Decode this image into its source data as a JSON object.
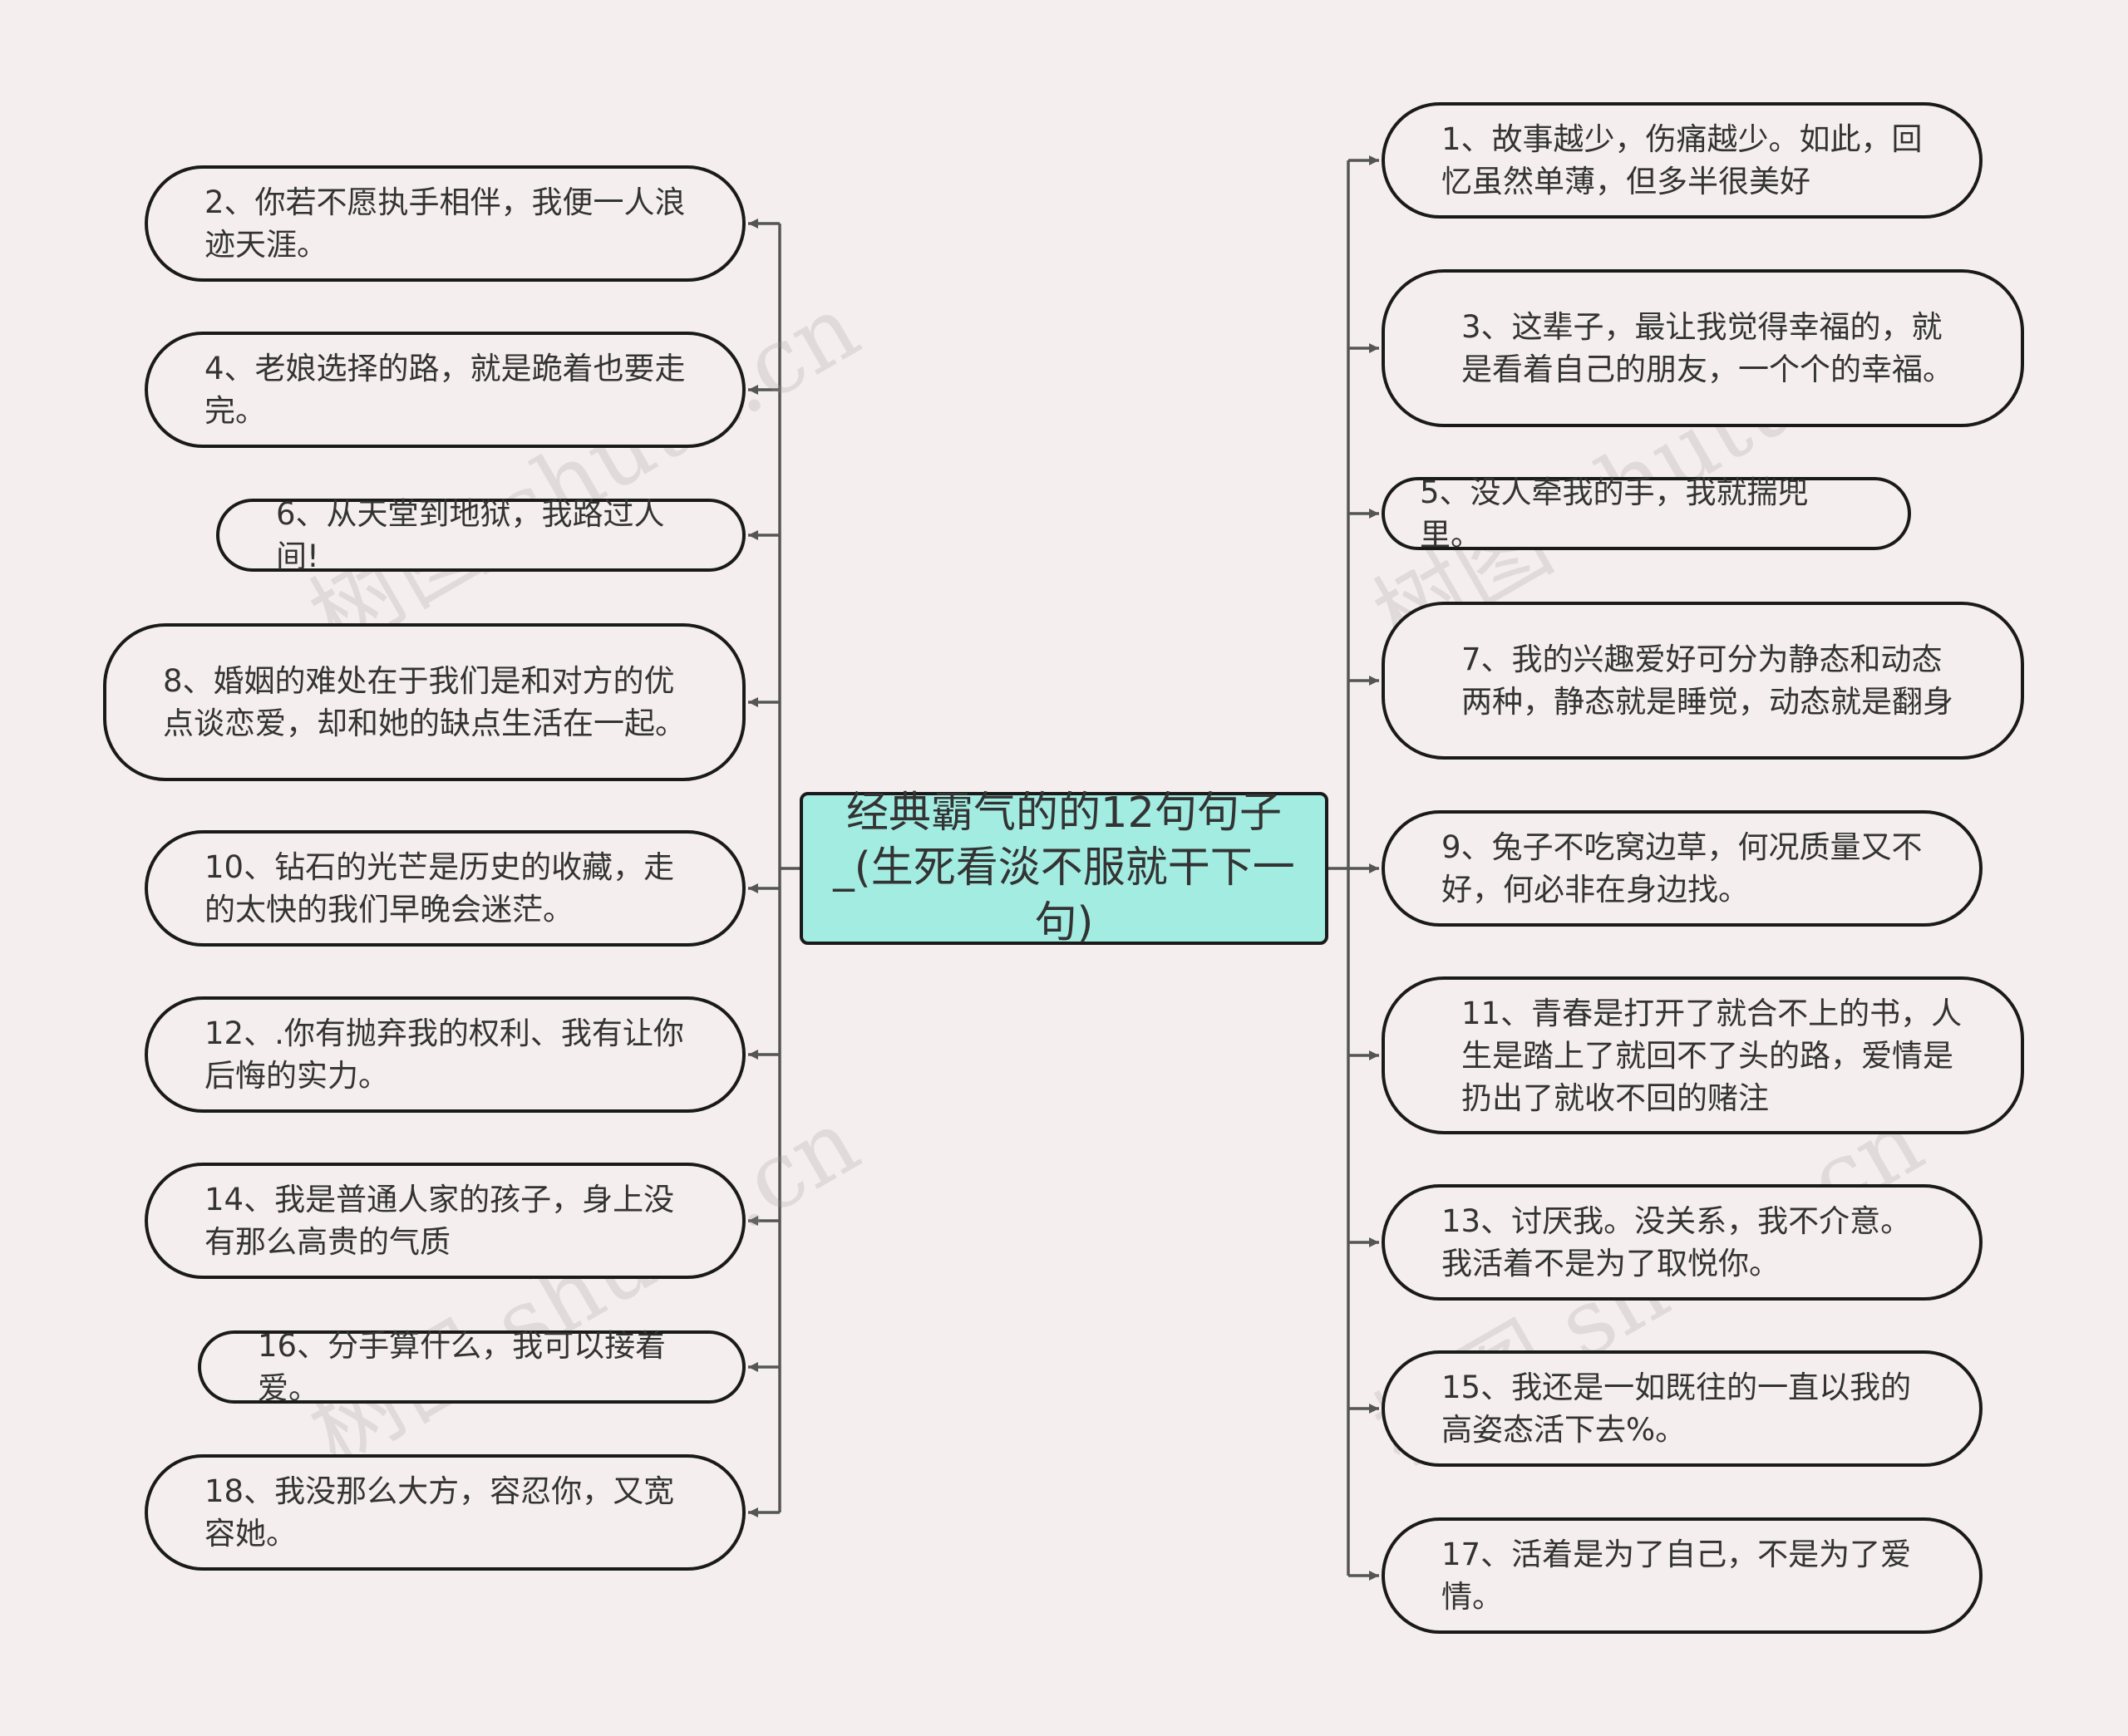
{
  "center": {
    "title": "经典霸气的的12句句子_(生死看淡不服就干下一句)"
  },
  "left": [
    "2、你若不愿执手相伴，我便一人浪迹天涯。",
    "4、老娘选择的路，就是跪着也要走完。",
    "6、从天堂到地狱，我路过人间!",
    "8、婚姻的难处在于我们是和对方的优点谈恋爱，却和她的缺点生活在一起。",
    "10、钻石的光芒是历史的收藏，走的太快的我们早晚会迷茫。",
    "12、.你有抛弃我的权利、我有让你后悔的实力。",
    "14、我是普通人家的孩子，身上没有那么高贵的气质",
    "16、分手算什么，我可以接着爱。",
    "18、我没那么大方，容忍你，又宽容她。"
  ],
  "right": [
    "1、故事越少，伤痛越少。如此，回忆虽然单薄，但多半很美好",
    "3、这辈子，最让我觉得幸福的，就是看着自己的朋友，一个个的幸福。",
    "5、没人牵我的手，我就揣兜里。",
    "7、我的兴趣爱好可分为静态和动态两种，静态就是睡觉，动态就是翻身",
    "9、兔子不吃窝边草，何况质量又不好，何必非在身边找。",
    "11、青春是打开了就合不上的书，人生是踏上了就回不了头的路，爱情是扔出了就收不回的赌注",
    "13、讨厌我。没关系，我不介意。我活着不是为了取悦你。",
    "15、我还是一如既往的一直以我的高姿态活下去%。",
    "17、活着是为了自己，不是为了爱情。"
  ],
  "watermark": "树图 shutu.cn",
  "colors": {
    "background": "#f5eeee",
    "center_fill": "#a3ece2",
    "border": "#1a1a1a",
    "line": "#555555"
  }
}
